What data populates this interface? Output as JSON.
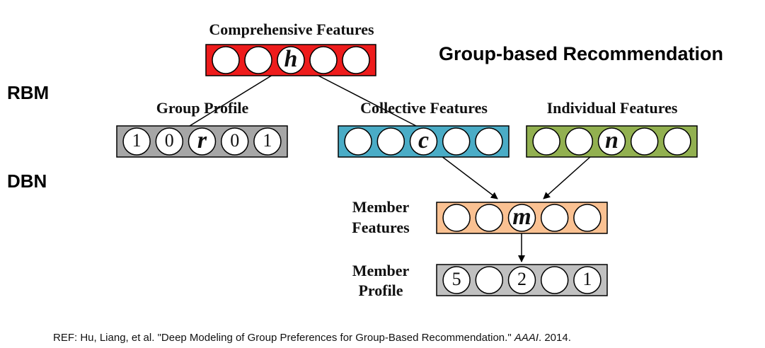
{
  "title": "Group-based Recommendation",
  "side_labels": {
    "rbm": "RBM",
    "dbn": "DBN"
  },
  "layers": {
    "comprehensive": {
      "label": "Comprehensive Features",
      "color": "#ee1c1c",
      "units": [
        "",
        "",
        "h",
        "",
        ""
      ]
    },
    "group_profile": {
      "label": "Group Profile",
      "color": "#a6a6a6",
      "units": [
        "1",
        "0",
        "r",
        "0",
        "1"
      ]
    },
    "collective": {
      "label": "Collective Features",
      "color": "#4aacc6",
      "units": [
        "",
        "",
        "c",
        "",
        ""
      ]
    },
    "individual": {
      "label": "Individual Features",
      "color": "#92b050",
      "units": [
        "",
        "",
        "n",
        "",
        ""
      ]
    },
    "member_features": {
      "label_line1": "Member",
      "label_line2": "Features",
      "color": "#fac192",
      "units": [
        "",
        "",
        "m",
        "",
        ""
      ]
    },
    "member_profile": {
      "label_line1": "Member",
      "label_line2": "Profile",
      "color": "#c0c0c0",
      "units": [
        "5",
        "",
        "2",
        "",
        "1"
      ]
    }
  },
  "reference": {
    "prefix": "REF: Hu, Liang, et al. \"Deep Modeling of Group Preferences for Group-Based Recommendation.\" ",
    "venue": "AAAI",
    "suffix": ". 2014."
  }
}
